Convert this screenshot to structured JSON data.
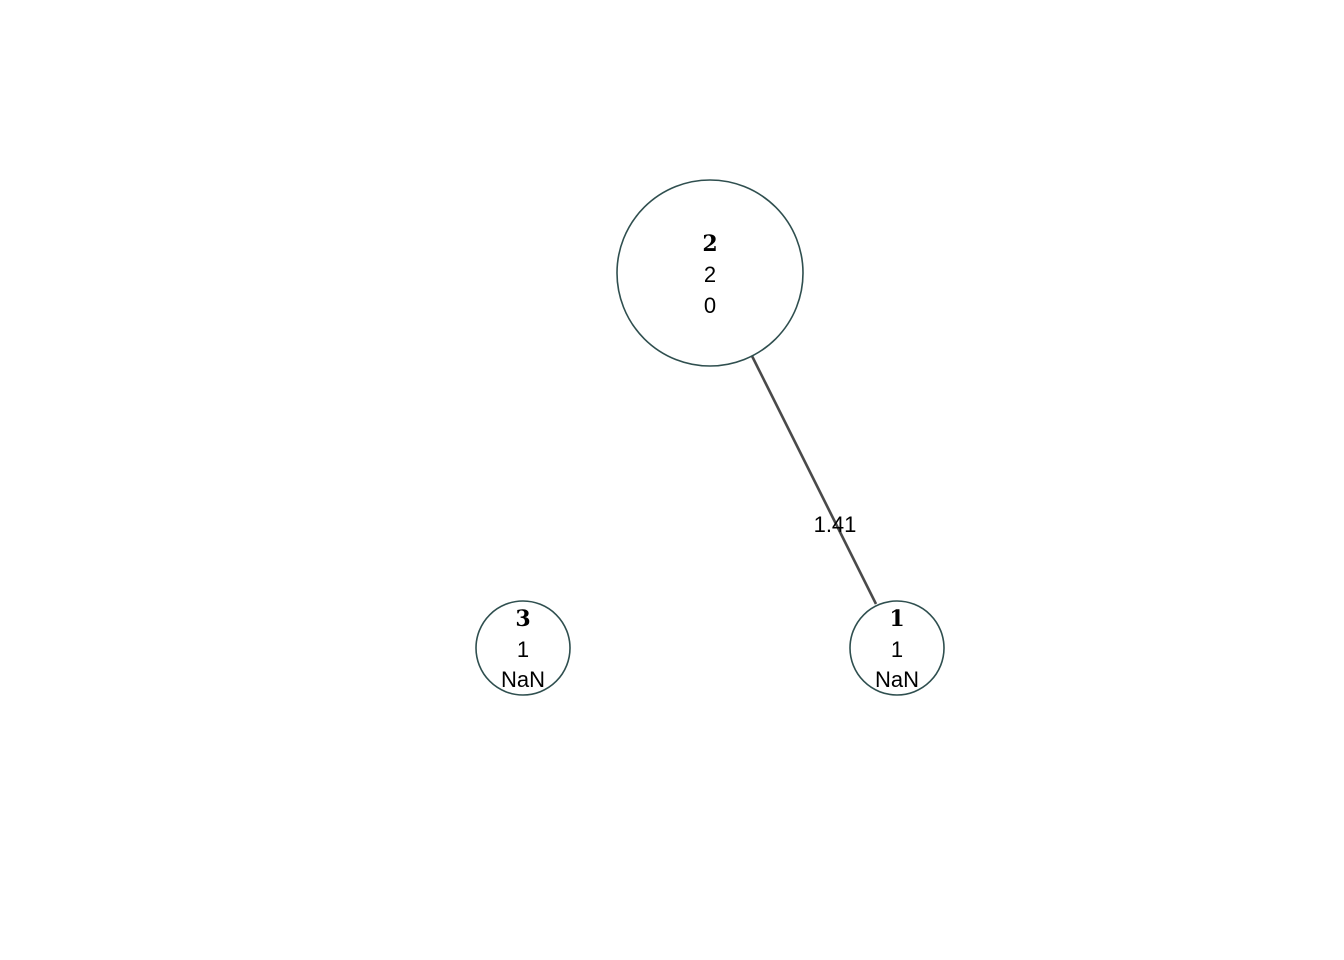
{
  "graph": {
    "nodes": [
      {
        "id": "2",
        "line2": "2",
        "line3": "0"
      },
      {
        "id": "3",
        "line2": "1",
        "line3": "NaN"
      },
      {
        "id": "1",
        "line2": "1",
        "line3": "NaN"
      }
    ],
    "edges": [
      {
        "source": "2",
        "target": "1",
        "label": "1.41"
      }
    ],
    "colors": {
      "node_stroke": "#2f4f4f",
      "edge_stroke": "#4a4a4a",
      "text": "#000000",
      "background": "#ffffff"
    }
  }
}
